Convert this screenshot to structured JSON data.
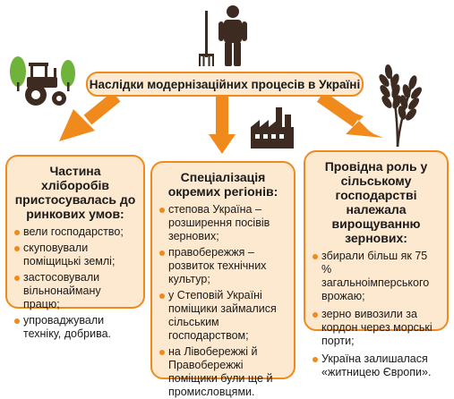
{
  "title": "Наслідки модернізаційних процесів в Україні",
  "colors": {
    "accent": "#f08a1c",
    "box_fill": "#fde9cf",
    "icon_dark": "#3d2b22",
    "tree_green": "#6fb33a"
  },
  "icons": [
    "farmer-icon",
    "tractor-icon",
    "factory-icon",
    "wheat-icon"
  ],
  "left": {
    "heading": "Частина хліборобів пристосувалась до ринкових умов:",
    "items": [
      "вели господарство;",
      "скуповували поміщицькі землі;",
      "застосовували вільнонайману працю;",
      "упроваджували техніку, добрива."
    ]
  },
  "middle": {
    "heading": "Спеціалізація окремих регіонів:",
    "items": [
      "степова Україна – розширення посівів зернових;",
      "правобережжя – розвиток технічних культур;",
      "у Степовій Україні поміщики займалися сільським господарством;",
      "на Лівобережжі й Правобережжі поміщики були ще й промисловцями."
    ]
  },
  "right": {
    "heading": "Провідна роль у сільському господарстві належала вирощуванню зернових:",
    "items": [
      "збирали більш як 75 % загальноімперського врожаю;",
      "зерно вивозили за кордон через морські порти;",
      "Україна залишалася «житницею Європи»."
    ]
  }
}
